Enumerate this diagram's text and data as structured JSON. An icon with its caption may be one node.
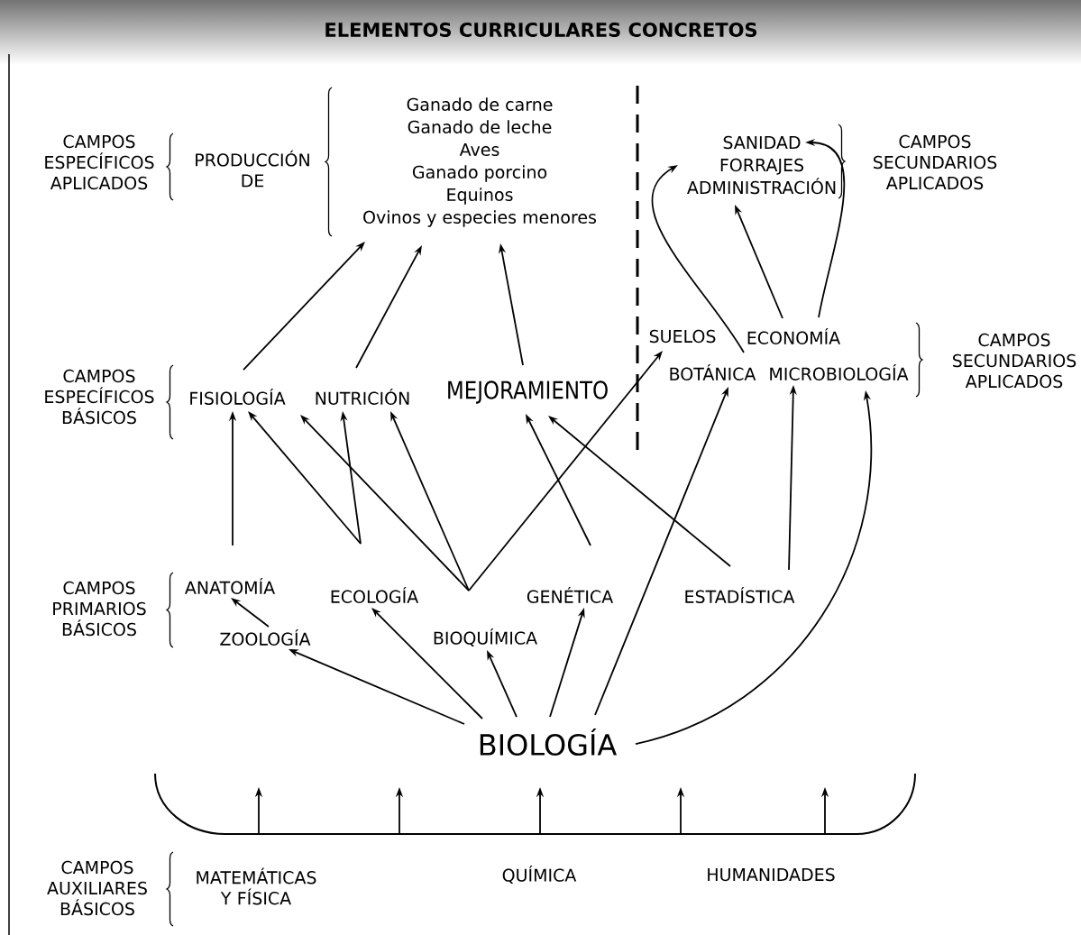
{
  "diagram": {
    "title": "ELEMENTOS CURRICULARES CONCRETOS",
    "nodes": [
      {
        "text": [
          "Ganado de carne",
          "Ganado de leche",
          "Aves",
          "Ganado porcino",
          "Equinos",
          "Ovinos y especies menores"
        ]
      },
      {
        "text": [
          "SANIDAD",
          "FORRAJES",
          "ADMINISTRACIÓN"
        ]
      },
      {
        "text": [
          "FISIOLOGÍA"
        ]
      },
      {
        "text": [
          "NUTRICIÓN"
        ]
      },
      {
        "text": [
          "MEJORAMIENTO"
        ]
      },
      {
        "text": [
          "SUELOS"
        ]
      },
      {
        "text": [
          "ECONOMÍA"
        ]
      },
      {
        "text": [
          "BOTÁNICA"
        ]
      },
      {
        "text": [
          "MICROBIOLOGÍA"
        ]
      },
      {
        "text": [
          "ANATOMÍA"
        ]
      },
      {
        "text": [
          "ECOLOGÍA"
        ]
      },
      {
        "text": [
          "GENÉTICA"
        ]
      },
      {
        "text": [
          "ESTADÍSTICA"
        ]
      },
      {
        "text": [
          "ZOOLOGÍA"
        ]
      },
      {
        "text": [
          "BIOQUÍMICA"
        ]
      },
      {
        "text": [
          "BIOLOGÍA"
        ]
      },
      {
        "text": [
          "MATEMÁTICAS Y FÍSICA"
        ]
      },
      {
        "text": [
          "QUÍMICA"
        ]
      },
      {
        "text": [
          "HUMANIDADES"
        ]
      }
    ],
    "edges": [
      {
        "from": 2,
        "to": 0,
        "arrow": "to"
      },
      {
        "from": 3,
        "to": 0,
        "arrow": "to"
      },
      {
        "from": 4,
        "to": 0,
        "arrow": "to"
      },
      {
        "from": 6,
        "to": 1,
        "arrow": "to"
      },
      {
        "from": 6,
        "to": 1,
        "arrow": "to"
      },
      {
        "from": 7,
        "to": 1,
        "arrow": "to"
      },
      {
        "from": 9,
        "to": 2,
        "arrow": "to"
      },
      {
        "from": 10,
        "to": 2,
        "arrow": "to"
      },
      {
        "from": 10,
        "to": 3,
        "arrow": "to"
      },
      {
        "from": 14,
        "to": 2,
        "arrow": "to"
      },
      {
        "from": 14,
        "to": 3,
        "arrow": "to"
      },
      {
        "from": 14,
        "to": 5,
        "arrow": "to"
      },
      {
        "from": 11,
        "to": 4,
        "arrow": "to"
      },
      {
        "from": 12,
        "to": 4,
        "arrow": "to"
      },
      {
        "from": 12,
        "to": 8,
        "arrow": "to"
      },
      {
        "from": 15,
        "to": 7,
        "arrow": "to"
      },
      {
        "from": 15,
        "to": 8,
        "arrow": "to"
      },
      {
        "from": 15,
        "to": 13,
        "arrow": "to"
      },
      {
        "from": 15,
        "to": 10,
        "arrow": "to"
      },
      {
        "from": 15,
        "to": 14,
        "arrow": "to"
      },
      {
        "from": 15,
        "to": 11,
        "arrow": "to"
      },
      {
        "from": 13,
        "to": 9,
        "arrow": "to"
      }
    ],
    "labels": [
      "CAMPOS ESPECÍFICOS APLICADOS",
      "PRODUCCIÓN DE",
      "CAMPOS SECUNDARIOS APLICADOS",
      "CAMPOS ESPECÍFICOS BÁSICOS",
      "CAMPOS SECUNDARIOS APLICADOS",
      "CAMPOS PRIMARIOS BÁSICOS",
      "CAMPOS AUXILIARES BÁSICOS"
    ]
  }
}
